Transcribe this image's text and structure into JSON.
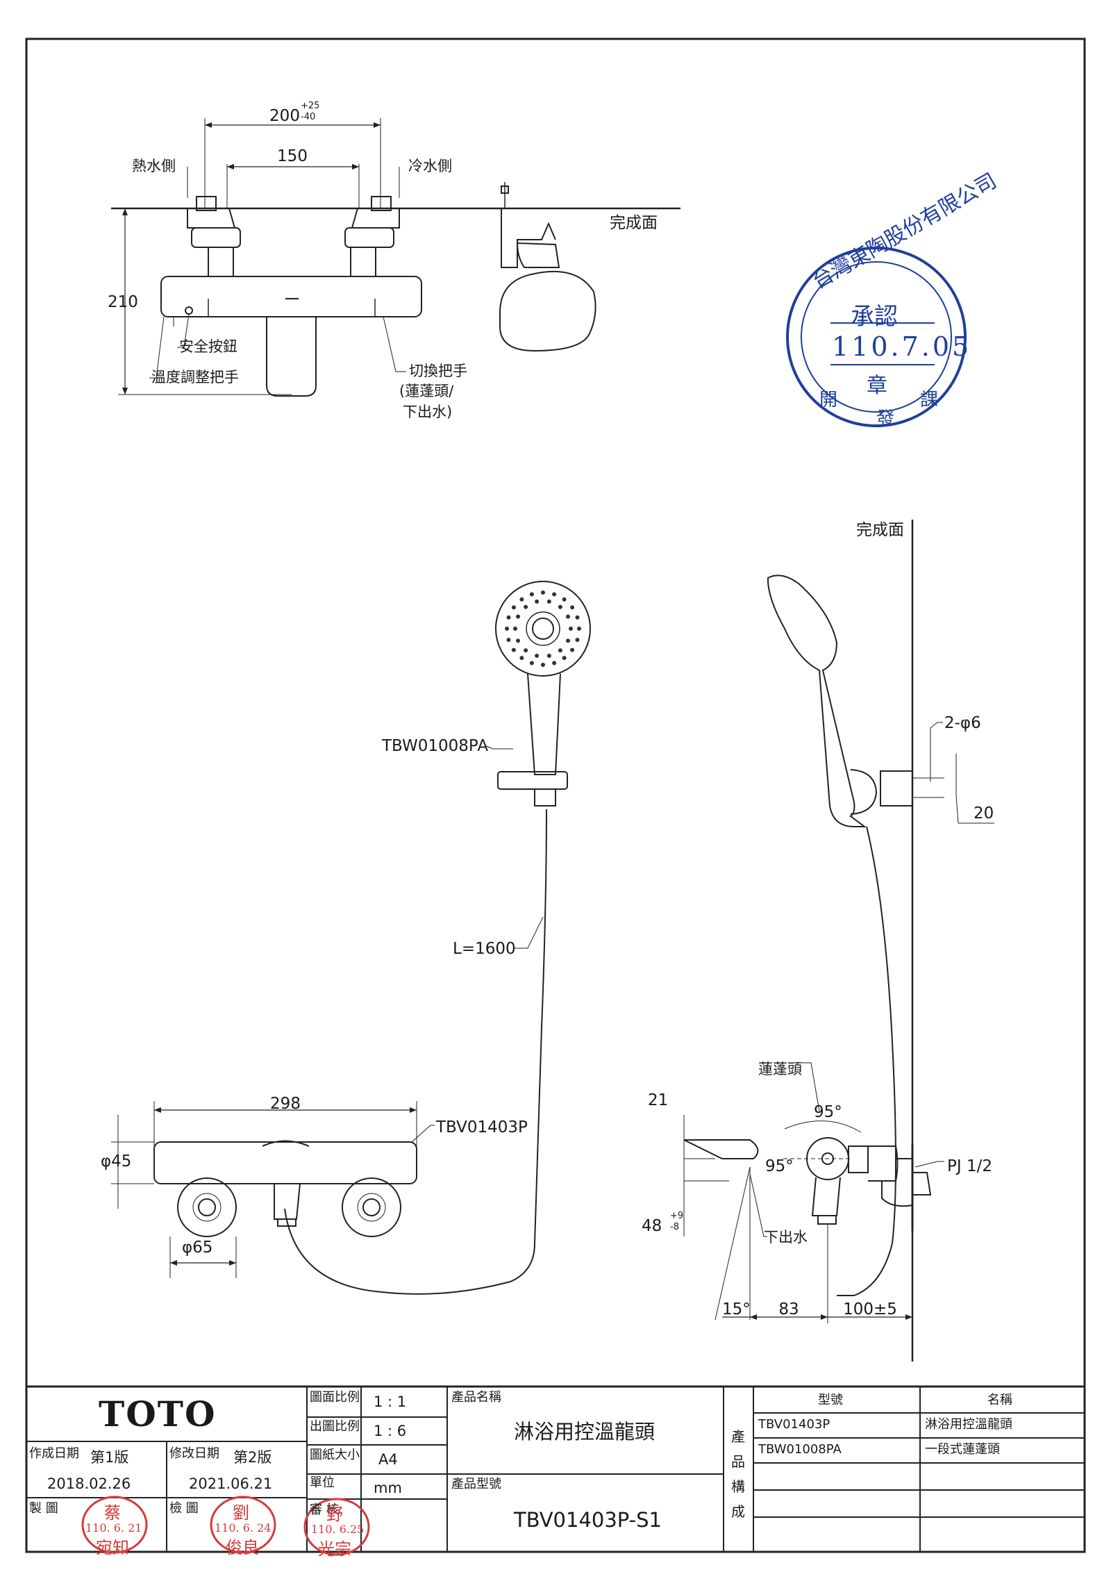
{
  "top_view": {
    "dim_200": "200",
    "dim_200_tol_plus": "+25",
    "dim_200_tol_minus": "-40",
    "dim_150": "150",
    "dim_210": "210",
    "hot_side": "熱水側",
    "cold_side": "冷水側",
    "finish_surface": "完成面",
    "safety_button": "安全按鈕",
    "temp_handle": "溫度調整把手",
    "switch_handle": "切換把手",
    "switch_handle_2": "(蓮蓬頭/",
    "switch_handle_3": "下出水)"
  },
  "stamp": {
    "company": "台灣東陶股份有限公司",
    "approve": "承認",
    "date": "110.7.05",
    "seal": "章",
    "dept_left": "開",
    "dept_mid": "發",
    "dept_right": "課"
  },
  "side_view": {
    "finish_surface": "完成面",
    "holes": "2-φ6",
    "dim_20": "20"
  },
  "shower": {
    "model": "TBW01008PA",
    "hose_length": "L=1600"
  },
  "front_view": {
    "dim_298": "298",
    "model": "TBV01403P",
    "dia_45": "φ45",
    "dia_65": "φ65"
  },
  "bottom_side": {
    "shower_head": "蓮蓬頭",
    "dim_21": "21",
    "angle_95_top": "95°",
    "angle_95_mid": "95°",
    "dim_48": "48",
    "dim_48_tol_plus": "+9",
    "dim_48_tol_minus": "-8",
    "pj": "PJ 1/2",
    "spout": "下出水",
    "angle_15": "15°",
    "dim_83": "83",
    "dim_100": "100±5"
  },
  "title_block": {
    "logo": "TOTO",
    "scale_drawing_label": "圖面比例",
    "scale_drawing": "1 : 1",
    "scale_output_label": "出圖比例",
    "scale_output": "1 : 6",
    "paper_label": "圖紙大小",
    "paper": "A4",
    "unit_label": "單位",
    "unit": "mm",
    "audit_label": "審 核",
    "product_name_label": "產品名稱",
    "product_name": "淋浴用控溫龍頭",
    "product_no_label": "產品型號",
    "product_no": "TBV01403P-S1",
    "created_label": "作成日期",
    "version_1": "第1版",
    "created_date": "2018.02.26",
    "revised_label": "修改日期",
    "version_2": "第2版",
    "revised_date": "2021.06.21",
    "drawn_label": "製 圖",
    "checked_label": "檢 圖",
    "composition_label": "產品構成",
    "comp_head_model": "型號",
    "comp_head_name": "名稱",
    "comp_rows": [
      {
        "model": "TBV01403P",
        "name": "淋浴用控溫龍頭"
      },
      {
        "model": "TBW01008PA",
        "name": "一段式蓮蓬頭"
      }
    ]
  },
  "personal_stamps": {
    "drawn_name_top": "蔡",
    "drawn_date": "110. 6. 21",
    "drawn_name_bottom": "宛知",
    "checked_name_top": "劉",
    "checked_date": "110. 6. 24",
    "checked_name_bottom": "俊良",
    "audit_name_top": "野",
    "audit_date": "110. 6.25",
    "audit_name_bottom": "光宗"
  }
}
